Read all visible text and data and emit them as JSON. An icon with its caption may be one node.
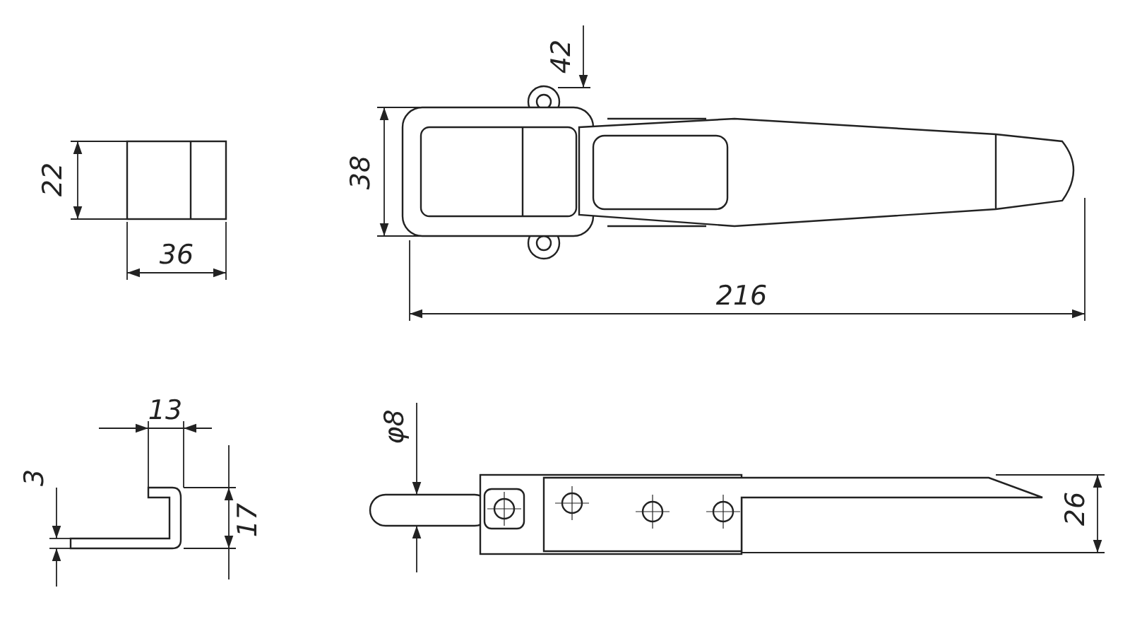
{
  "diagram": {
    "labels": [
      "42",
      "22",
      "38",
      "36",
      "216",
      "13",
      "φ8",
      "3",
      "17",
      "26"
    ]
  }
}
